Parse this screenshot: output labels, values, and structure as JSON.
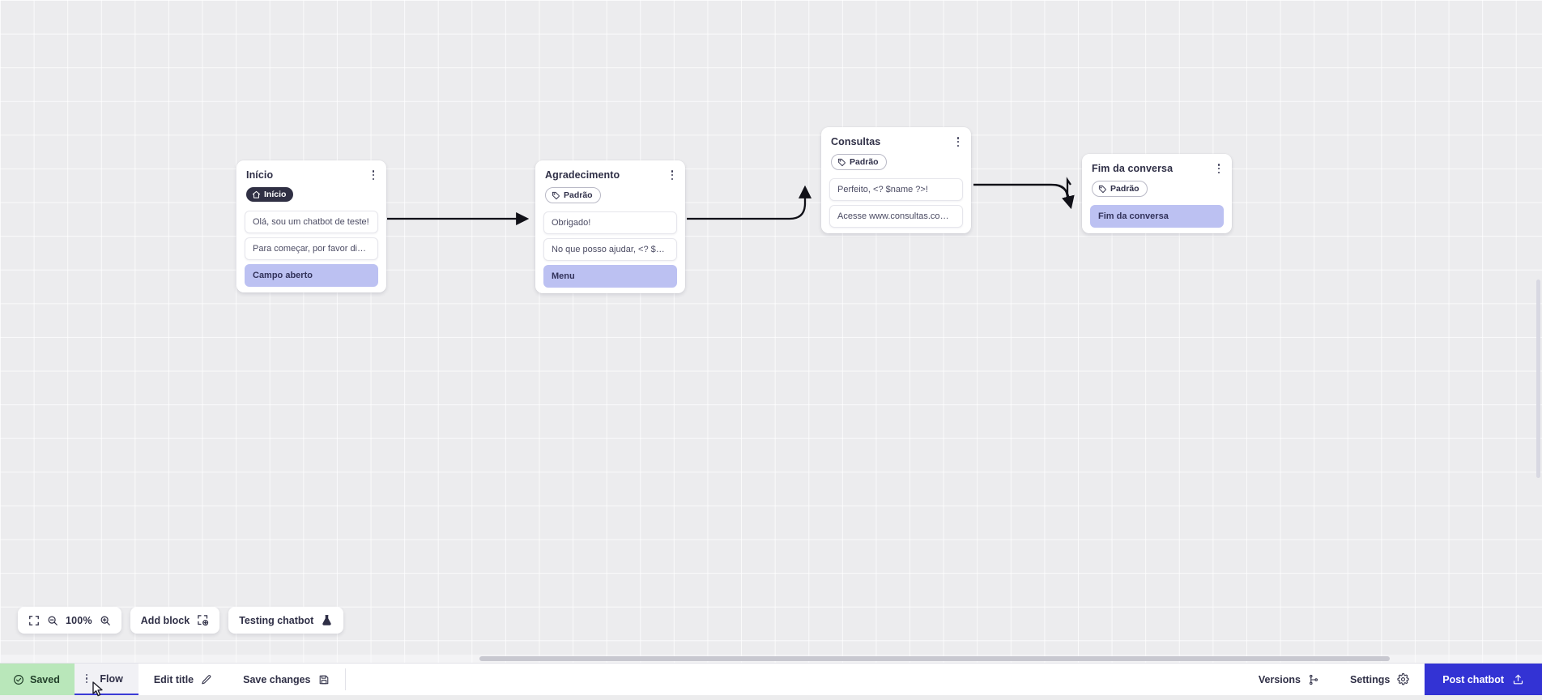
{
  "canvas": {
    "zoom_level": "100%",
    "grid": "on"
  },
  "nodes": [
    {
      "id": "inicio",
      "title": "Início",
      "tag": {
        "label": "Início",
        "icon": "home-icon",
        "style": "dark"
      },
      "rows": [
        {
          "text": "Olá, sou um chatbot de teste!",
          "accent": false
        },
        {
          "text": "Para começar, por favor digite o ...",
          "accent": false
        },
        {
          "text": "Campo aberto",
          "accent": true
        }
      ]
    },
    {
      "id": "agradecimento",
      "title": "Agradecimento",
      "tag": {
        "label": "Padrão",
        "icon": "tag-icon",
        "style": "outline"
      },
      "rows": [
        {
          "text": "Obrigado!",
          "accent": false
        },
        {
          "text": "No que posso ajudar, <? $name ...",
          "accent": false
        },
        {
          "text": "Menu",
          "accent": true
        }
      ]
    },
    {
      "id": "consultas",
      "title": "Consultas",
      "tag": {
        "label": "Padrão",
        "icon": "tag-icon",
        "style": "outline"
      },
      "rows": [
        {
          "text": "Perfeito, <? $name ?>!",
          "accent": false
        },
        {
          "text": "Acesse www.consultas.com par...",
          "accent": false
        }
      ]
    },
    {
      "id": "fim",
      "title": "Fim da conversa",
      "tag": {
        "label": "Padrão",
        "icon": "tag-icon",
        "style": "outline"
      },
      "rows": [
        {
          "text": "Fim da conversa",
          "accent": true
        }
      ]
    }
  ],
  "toolbar": {
    "fit_icon": "fit-screen-icon",
    "zoom_out_icon": "zoom-out-icon",
    "zoom_level": "100%",
    "zoom_in_icon": "zoom-in-icon",
    "add_block_label": "Add block",
    "add_block_icon": "add-block-icon",
    "testing_label": "Testing chatbot",
    "testing_icon": "flask-icon"
  },
  "bottombar": {
    "saved_label": "Saved",
    "saved_icon": "check-circle-icon",
    "flow_tab_label": "Flow",
    "flow_tab_kebab_icon": "kebab-icon",
    "edit_title_label": "Edit title",
    "edit_title_icon": "pencil-icon",
    "save_changes_label": "Save changes",
    "save_changes_icon": "save-disk-icon",
    "versions_label": "Versions",
    "versions_icon": "branch-icon",
    "settings_label": "Settings",
    "settings_icon": "gear-icon",
    "post_label": "Post chatbot",
    "post_icon": "upload-icon"
  },
  "colors": {
    "accent_blue": "#3333d4",
    "row_accent": "#bcc1f2",
    "saved_green": "#b9e7ba",
    "dark_tag": "#303044",
    "canvas_bg": "#ececee"
  }
}
